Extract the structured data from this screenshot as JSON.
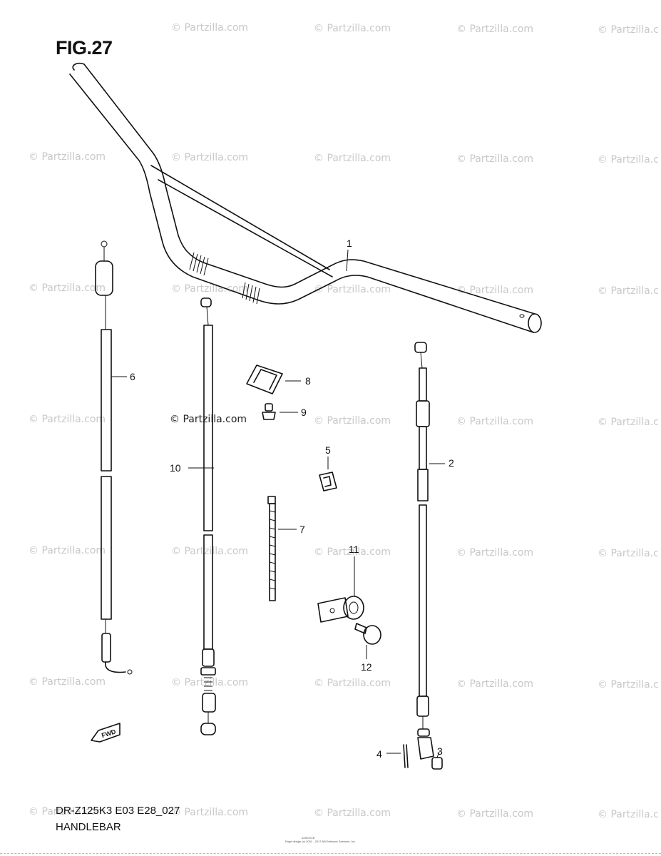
{
  "figure": {
    "title": "FIG.27",
    "model_code": "DR-Z125K3 E03 E28_027",
    "section_name": "HANDLEBAR"
  },
  "watermark": {
    "text": "© Partzilla.com",
    "repeat_text": "© Partzilla.com",
    "clipped_text": "© Partzilla.c"
  },
  "footer": {
    "code": "0250701B",
    "copyright": "Page design (c) 2001 - 2017 ARI Network Services, Inc."
  },
  "forward_marker": "FWD",
  "callouts": [
    "1",
    "2",
    "3",
    "4",
    "5",
    "6",
    "7",
    "8",
    "9",
    "10",
    "11",
    "12"
  ]
}
